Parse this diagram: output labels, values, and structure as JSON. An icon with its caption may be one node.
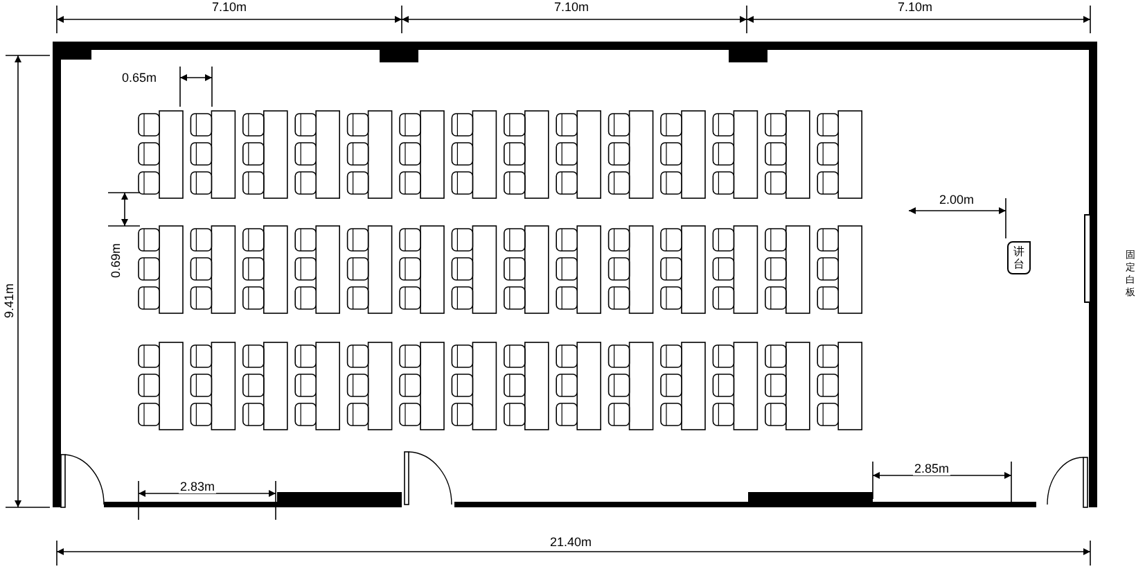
{
  "diagram": {
    "nodes": [
      {
        "text": [
          "讲台"
        ]
      }
    ],
    "labels": [
      "7.10m",
      "7.10m",
      "7.10m",
      "0.65m",
      "2.00m",
      "9.41m",
      "0.69m",
      "固定白板",
      "2.83m",
      "2.85m",
      "21.40m"
    ]
  }
}
